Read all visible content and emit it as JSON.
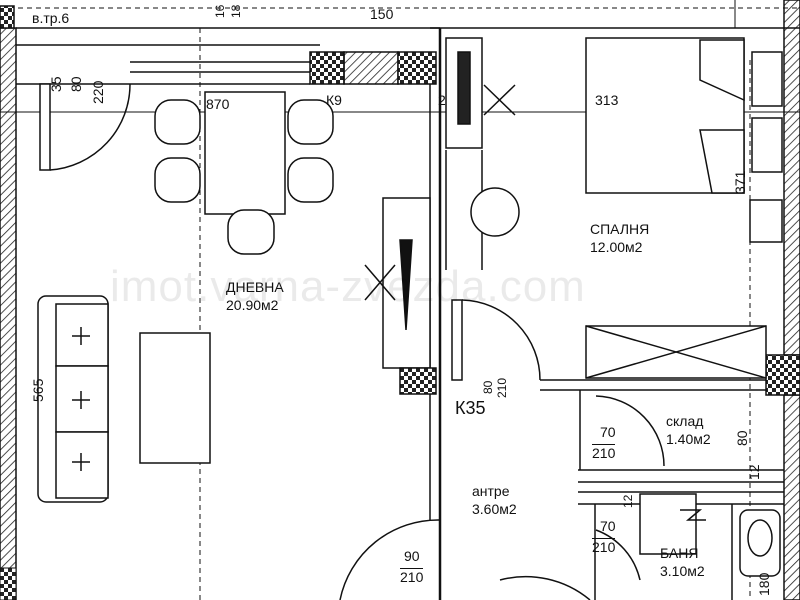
{
  "rooms": {
    "living": {
      "name": "ДНЕВНА",
      "area": "20.90м2"
    },
    "bedroom": {
      "name": "СПАЛНЯ",
      "area": "12.00м2"
    },
    "storage": {
      "name": "склад",
      "area": "1.40м2"
    },
    "hall": {
      "name": "антре",
      "area": "3.60м2"
    },
    "bath": {
      "name": "БАНЯ",
      "area": "3.10м2"
    }
  },
  "labels": {
    "chimney": "в.тр.6",
    "k9": "К9",
    "k35": "К35",
    "dim_870": "870",
    "dim_313": "313",
    "dim_150": "150",
    "dim_565": "565",
    "dim_371": "371",
    "dim_35": "35",
    "dim_220": "220",
    "dim_80a": "80",
    "dim_80b": "80",
    "dim_210a": "210",
    "dim_70a": "70",
    "dim_210b": "210",
    "dim_70b": "70",
    "dim_210c": "210",
    "dim_90": "90",
    "dim_210d": "210",
    "dim_80c": "80",
    "dim_12a": "12",
    "dim_12b": "12",
    "dim_180": "180",
    "dim_16": "16",
    "dim_18": "18",
    "dim_2": "2"
  },
  "watermark": "imot.varna-zvezda.com"
}
